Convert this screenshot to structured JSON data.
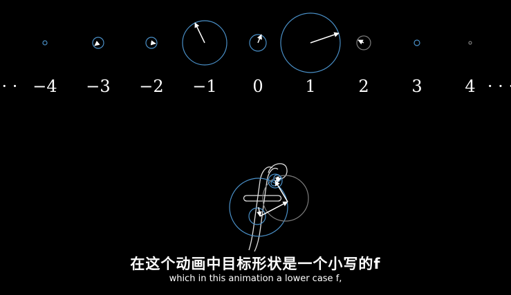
{
  "number_line": {
    "left_ellipsis": "· ·",
    "right_ellipsis": "· · ·",
    "labels": [
      "−4",
      "−3",
      "−2",
      "−1",
      "0",
      "1",
      "2",
      "3",
      "4"
    ]
  },
  "colors": {
    "circle": "#4a90c8",
    "circle_dim": "#7d7d7d",
    "arrow": "#ffffff",
    "background": "#000000"
  },
  "subtitles": {
    "chinese": "在这个动画中目标形状是一个小写的f",
    "english": "which in this animation a lower case f,"
  }
}
